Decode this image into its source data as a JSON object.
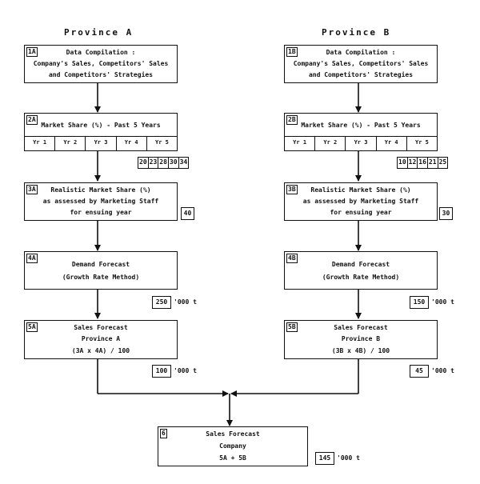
{
  "headings": {
    "a": "Province A",
    "b": "Province B"
  },
  "boxes": {
    "a1": {
      "tag": "1A",
      "lines": [
        "Data Compilation :",
        "Company's Sales, Competitors' Sales",
        "and Competitors' Strategies"
      ]
    },
    "b1": {
      "tag": "1B",
      "lines": [
        "Data Compilation :",
        "Company's Sales, Competitors' Sales",
        "and Competitors' Strategies"
      ]
    },
    "a2": {
      "tag": "2A",
      "title": "Market Share (%) -  Past 5 Years",
      "years": [
        "Yr 1",
        "Yr 2",
        "Yr 3",
        "Yr 4",
        "Yr 5"
      ]
    },
    "b2": {
      "tag": "2B",
      "title": "Market Share (%) -  Past 5 Years",
      "years": [
        "Yr 1",
        "Yr 2",
        "Yr 3",
        "Yr 4",
        "Yr 5"
      ]
    },
    "a3": {
      "tag": "3A",
      "lines": [
        "Realistic Market Share (%)",
        "as assessed by Marketing Staff",
        "for ensuing year"
      ]
    },
    "b3": {
      "tag": "3B",
      "lines": [
        "Realistic Market Share (%)",
        "as assessed by Marketing Staff",
        "for ensuing year"
      ]
    },
    "a4": {
      "tag": "4A",
      "lines": [
        "Demand Forecast",
        "(Growth Rate Method)"
      ]
    },
    "b4": {
      "tag": "4B",
      "lines": [
        "Demand Forecast",
        "(Growth Rate Method)"
      ]
    },
    "a5": {
      "tag": "5A",
      "lines": [
        "Sales Forecast",
        "Province A",
        "(3A  x  4A) / 100"
      ]
    },
    "b5": {
      "tag": "5B",
      "lines": [
        "Sales Forecast",
        "Province B",
        "(3B  x  4B) / 100"
      ]
    },
    "c6": {
      "tag": "6",
      "lines": [
        "Sales Forecast",
        "Company",
        "5A  +  5B"
      ]
    }
  },
  "values": {
    "a_shares": [
      "20",
      "23",
      "28",
      "30",
      "34"
    ],
    "b_shares": [
      "10",
      "12",
      "16",
      "21",
      "25"
    ],
    "a_realistic": "40",
    "b_realistic": "30",
    "a_demand": "250",
    "b_demand": "150",
    "a_sales": "100",
    "b_sales": "45",
    "company_sales": "145",
    "unit": "'000 t"
  }
}
